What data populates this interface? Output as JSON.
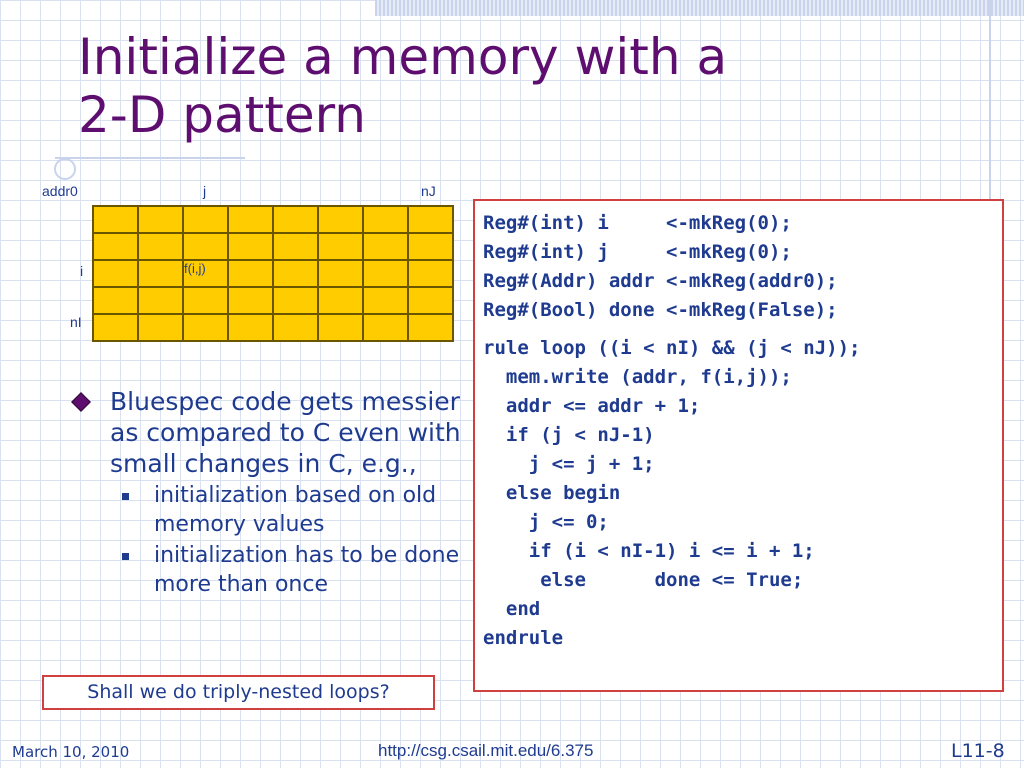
{
  "slide": {
    "title_line1": "Initialize a memory with a",
    "title_line2": "2-D pattern"
  },
  "diagram": {
    "label_addr0": "addr0",
    "label_j": "j",
    "label_nJ": "nJ",
    "label_i": "i",
    "label_nI": "nI",
    "cell_label": "f(i,j)",
    "rows": 5,
    "cols": 8,
    "fill_color": "#ffcc00"
  },
  "bullets": {
    "main": "Bluespec code gets messier as compared to C even with small changes in C, e.g.,",
    "sub": [
      "initialization based on old memory values",
      "initialization has to be done more than once"
    ]
  },
  "callout": "Shall we do triply-nested loops?",
  "code": {
    "decl": [
      "Reg#(int) i     <-mkReg(0);",
      "Reg#(int) j     <-mkReg(0);",
      "Reg#(Addr) addr <-mkReg(addr0);",
      "Reg#(Bool) done <-mkReg(False);"
    ],
    "rule": [
      "rule loop ((i < nI) && (j < nJ));",
      "  mem.write (addr, f(i,j));",
      "  addr <= addr + 1;",
      "  if (j < nJ-1)",
      "    j <= j + 1;",
      "  else begin",
      "    j <= 0;",
      "    if (i < nI-1) i <= i + 1;",
      "     else      done <= True;",
      "  end",
      "endrule"
    ]
  },
  "footer": {
    "date": "March 10, 2010",
    "url": "http://csg.csail.mit.edu/6.375",
    "page": "L11-8"
  },
  "colors": {
    "title": "#5e0e6e",
    "text": "#1f3b8f",
    "box_border": "#d04040"
  }
}
